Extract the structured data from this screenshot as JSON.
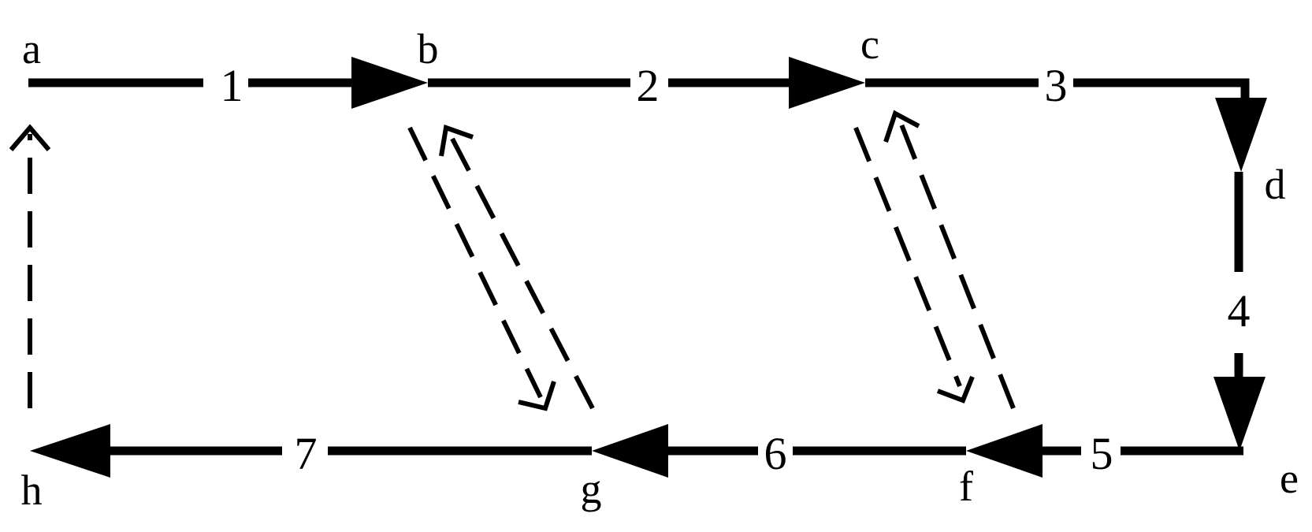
{
  "nodes": {
    "a": "a",
    "b": "b",
    "c": "c",
    "d": "d",
    "e": "e",
    "f": "f",
    "g": "g",
    "h": "h"
  },
  "edges": {
    "e1": "1",
    "e2": "2",
    "e3": "3",
    "e4": "4",
    "e5": "5",
    "e6": "6",
    "e7": "7"
  },
  "colors": {
    "line": "#000000",
    "background": "#ffffff"
  }
}
